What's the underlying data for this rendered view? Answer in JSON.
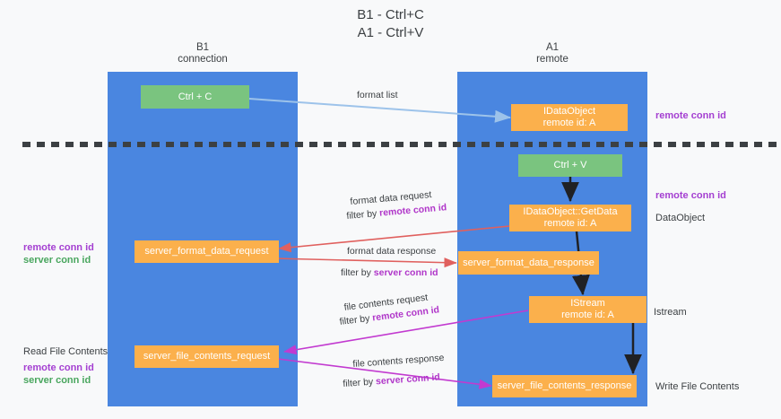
{
  "title": "B1 - Ctrl+C\nA1 - Ctrl+V",
  "columns": {
    "left": {
      "name": "B1",
      "role": "connection",
      "label": "B1\nconnection"
    },
    "right": {
      "name": "A1",
      "role": "remote",
      "label": "A1\nremote"
    }
  },
  "boxes": {
    "ctrl_c": "Ctrl + C",
    "ctrl_v": "Ctrl + V",
    "idataobject": "IDataObject\nremote id: A",
    "idataobject_getdata": "IDataObject::GetData\nremote id: A",
    "istream": "IStream\nremote id: A",
    "server_format_data_request": "server_format_data_request",
    "server_format_data_response": "server_format_data_response",
    "server_file_contents_request": "server_file_contents_request",
    "server_file_contents_response": "server_file_contents_response"
  },
  "edge_labels": {
    "format_list": "format list",
    "format_data_request": "format data request",
    "format_data_request_filter_prefix": "filter by ",
    "format_data_request_filter_key": "remote conn id",
    "format_data_response": "format data response",
    "format_data_response_filter_prefix": "filter by ",
    "format_data_response_filter_key": "server conn id",
    "file_contents_request": "file contents request",
    "file_contents_request_filter_prefix": "filter by ",
    "file_contents_request_filter_key": "remote conn id",
    "file_contents_response": "file contents response",
    "file_contents_response_filter_prefix": "filter by ",
    "file_contents_response_filter_key": "server conn id"
  },
  "annotations": {
    "right_remote_conn_id_top": "remote conn id",
    "right_remote_conn_id_mid": "remote conn id",
    "right_dataobject": "DataObject",
    "right_istream": "Istream",
    "right_write_file_contents": "Write File Contents",
    "left_remote_conn_id_mid": "remote conn id",
    "left_server_conn_id_mid": "server conn id",
    "left_read_file_contents": "Read File Contents",
    "left_remote_conn_id_bottom": "remote conn id",
    "left_server_conn_id_bottom": "server conn id"
  },
  "colors": {
    "lane": "#4a86e0",
    "green_box": "#7ac47f",
    "orange_box": "#fbb04c",
    "purple_text": "#a43fd1",
    "green_text": "#49a65e",
    "arrow_blue": "#9dc3ea",
    "arrow_black": "#202124",
    "arrow_red": "#e0605e",
    "arrow_magenta": "#c23ad0",
    "background": "#f8f9fa"
  }
}
